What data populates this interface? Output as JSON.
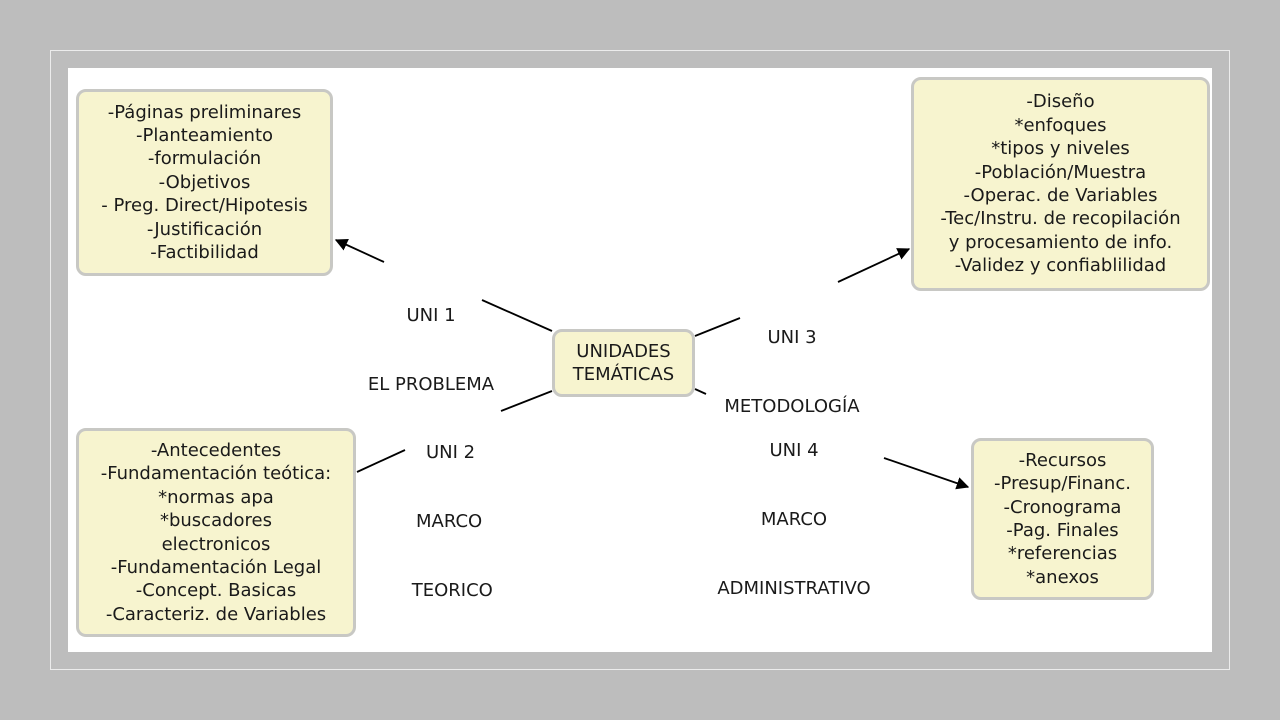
{
  "center": {
    "lines": [
      "UNIDADES",
      "TEMÁTICAS"
    ]
  },
  "units": [
    {
      "label": [
        "UNI 1",
        "EL PROBLEMA"
      ],
      "items": [
        "-Páginas preliminares",
        "-Planteamiento",
        "-formulación",
        "-Objetivos",
        "- Preg. Direct/Hipotesis",
        "-Justificación",
        "-Factibilidad"
      ]
    },
    {
      "label": [
        "UNI 2",
        "MARCO",
        " TEORICO"
      ],
      "items": [
        "-Antecedentes",
        "-Fundamentación teótica:",
        "*normas apa",
        "*buscadores",
        "electronicos",
        "-Fundamentación Legal",
        "-Concept. Basicas",
        "-Caracteriz. de Variables"
      ]
    },
    {
      "label": [
        "UNI 3",
        "METODOLOGÍA"
      ],
      "items": [
        "-Diseño",
        "*enfoques",
        "*tipos y niveles",
        "-Población/Muestra",
        "-Operac. de Variables",
        "-Tec/Instru. de recopilación",
        "y procesamiento de info.",
        "-Validez y confiablilidad"
      ]
    },
    {
      "label": [
        "UNI 4",
        "MARCO",
        "ADMINISTRATIVO"
      ],
      "items": [
        "-Recursos",
        "-Presup/Financ.",
        "-Cronograma",
        "-Pag. Finales",
        "*referencias",
        "*anexos"
      ]
    }
  ],
  "colors": {
    "node_fill": "#f7f4cf",
    "node_border": "#c8c8c4",
    "background": "#bdbdbd",
    "canvas": "#ffffff",
    "line": "#000000"
  }
}
